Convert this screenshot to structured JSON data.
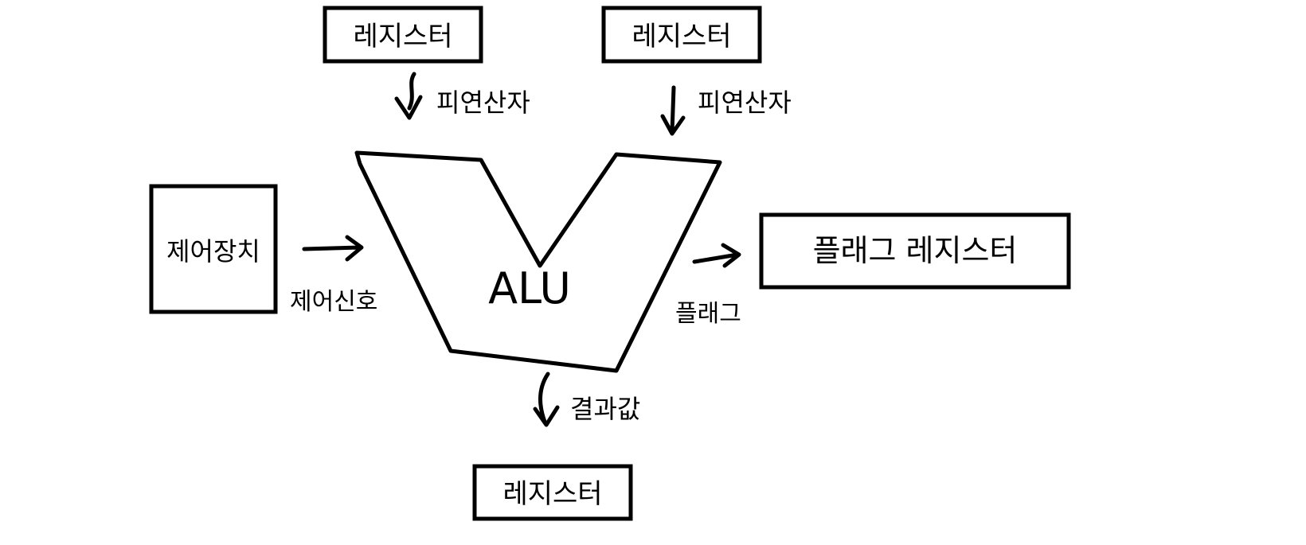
{
  "diagram": {
    "register_top_left": "레지스터",
    "register_top_right": "레지스터",
    "register_bottom": "레지스터",
    "control_unit": "제어장치",
    "flag_register": "플래그 레지스터",
    "alu": "ALU",
    "operand_left": "피연산자",
    "operand_right": "피연산자",
    "control_signal": "제어신호",
    "flag": "플래그",
    "result": "결과값"
  }
}
